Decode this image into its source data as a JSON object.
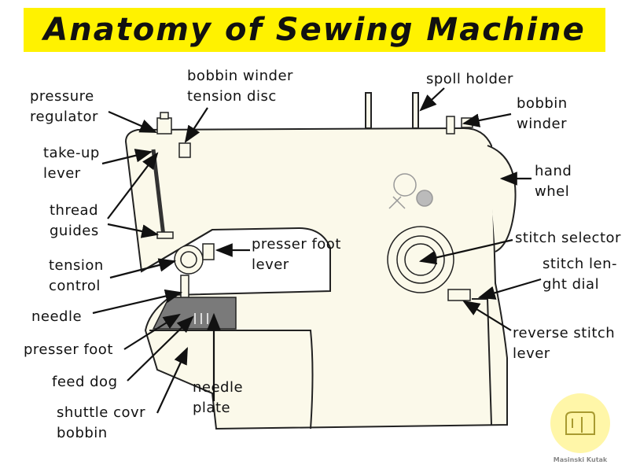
{
  "title": "Anatomy of Sewing Machine",
  "labels": {
    "pressure_regulator": "pressure\nregulator",
    "take_up_lever": "take-up\nlever",
    "thread_guides": "thread\nguides",
    "tension_control": "tension\ncontrol",
    "needle": "needle",
    "presser_foot": "presser foot",
    "feed_dog": "feed dog",
    "shuttle_cover_bobbin": "shuttle covr\nbobbin",
    "needle_plate": "needle\nplate",
    "bobbin_winder_tension_disc": "bobbin winder\ntension disc",
    "presser_foot_lever": "presser foot\nlever",
    "spool_holder": "spoll holder",
    "bobbin_winder": "bobbin\nwinder",
    "hand_wheel": "hand\nwhel",
    "stitch_selector": "stitch selector",
    "stitch_length_dial": "stitch len-\nght dial",
    "reverse_stitch_lever": "reverse stitch\nlever"
  },
  "watermark": "Masinski Kutak",
  "colors": {
    "title_bg": "#fff200",
    "body": "#fbf9ea",
    "outline": "#222222",
    "plate": "#777777"
  }
}
